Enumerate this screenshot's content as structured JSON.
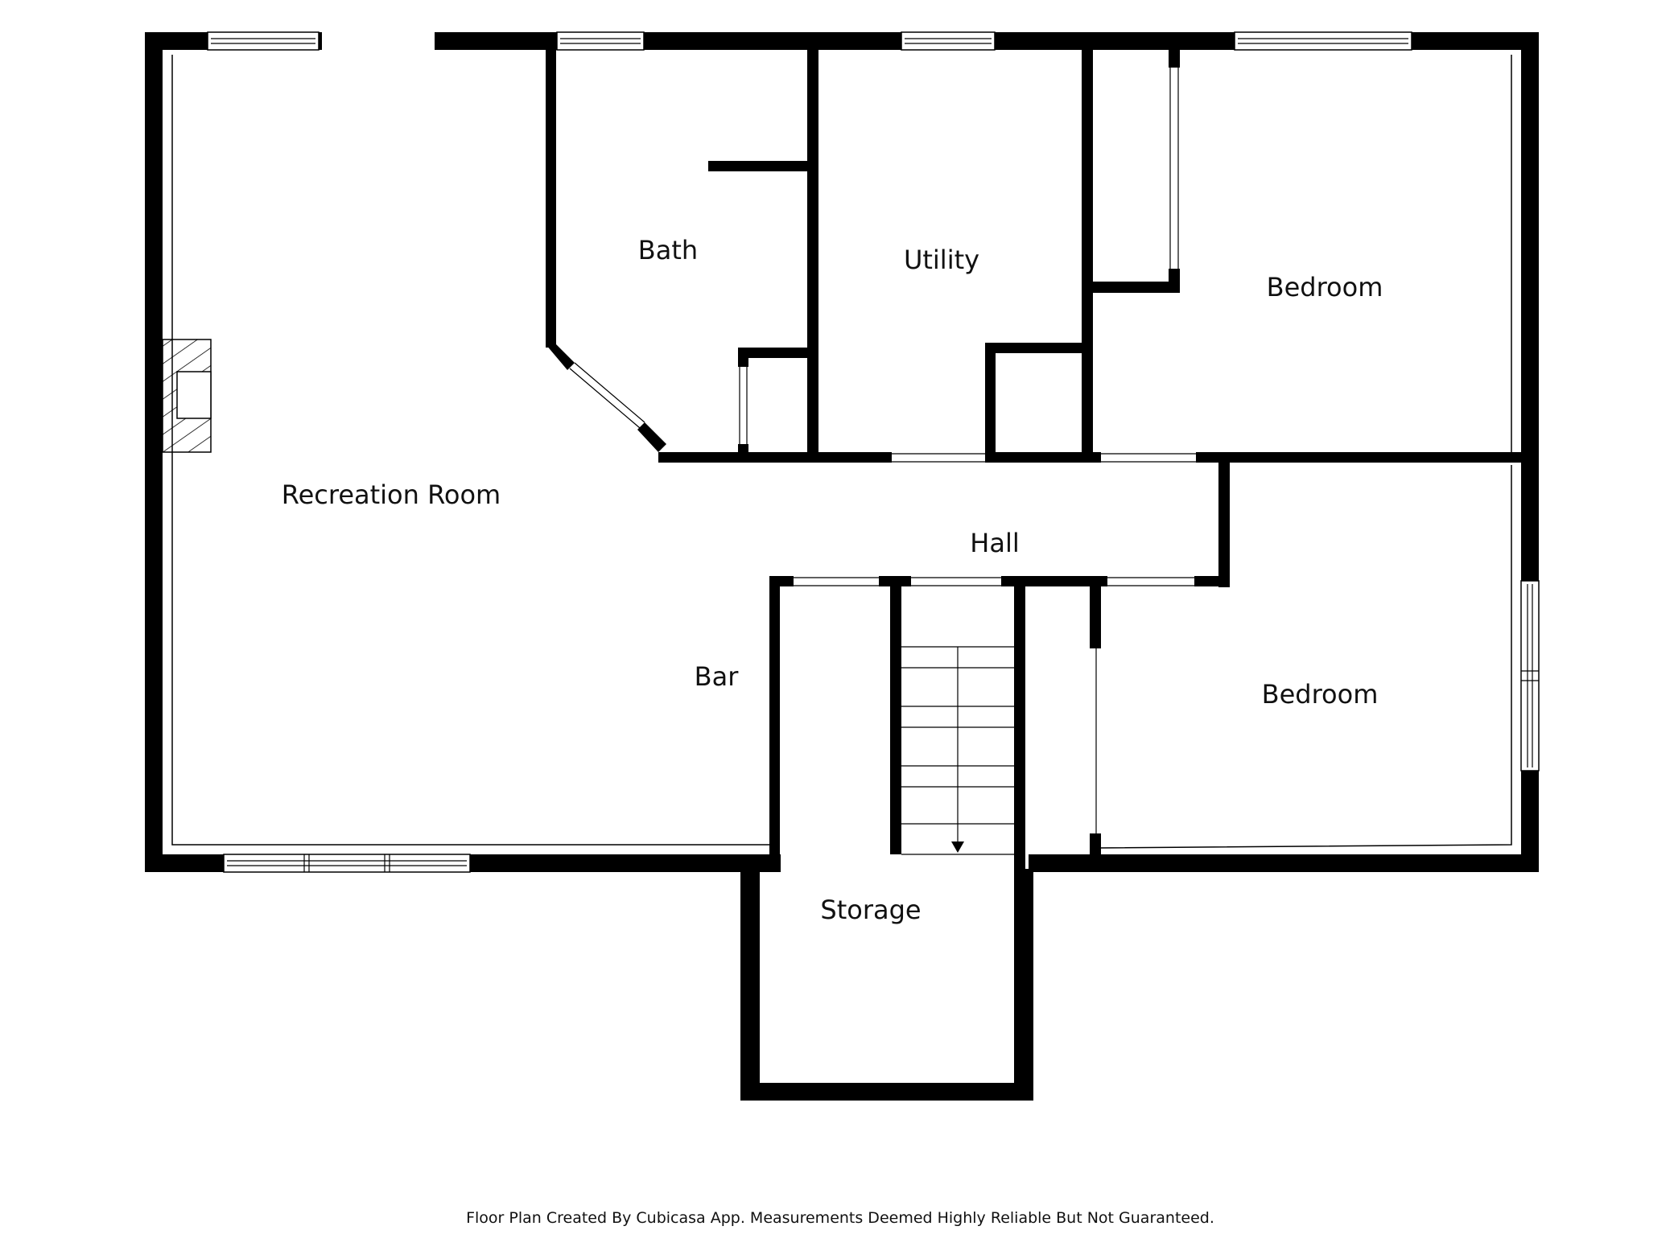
{
  "rooms": {
    "recreation_room": "Recreation Room",
    "bath": "Bath",
    "utility": "Utility",
    "bedroom_north": "Bedroom",
    "hall": "Hall",
    "bar": "Bar",
    "bedroom_south": "Bedroom",
    "storage": "Storage"
  },
  "footer": {
    "note": "Floor Plan Created By Cubicasa App. Measurements Deemed Highly Reliable But Not Guaranteed."
  },
  "colors": {
    "wall": "#000000",
    "background": "#ffffff"
  }
}
